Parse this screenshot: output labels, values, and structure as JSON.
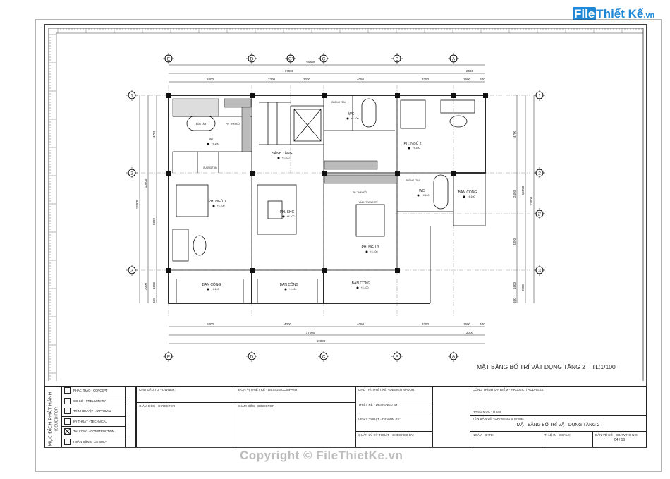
{
  "logo": {
    "file": "File",
    "brand": "Thiết Kế",
    "domain": ".vn"
  },
  "watermark": "Copyright © FileThietKe.vn",
  "drawing_title": "MẶT BẰNG BỐ TRÍ VẬT DỤNG TẦNG 2 _ TL:1/100",
  "grid": {
    "columns": [
      "E",
      "D",
      "C'",
      "C",
      "B",
      "A"
    ],
    "bottom_columns": [
      "E",
      "D",
      "C",
      "B",
      "A"
    ],
    "rows": [
      "1",
      "2",
      "3"
    ],
    "right_rows": [
      "1",
      "2",
      "2'",
      "3"
    ]
  },
  "dimensions": {
    "top_total": "19000",
    "top_sub": "17000",
    "top_right": "2000",
    "top_segments": [
      "5800",
      "2300",
      "2000",
      "4050",
      "3350",
      "1600",
      "400"
    ],
    "bottom_segments": [
      "5800",
      "4300",
      "4050",
      "3350",
      "1600",
      "400"
    ],
    "bottom_sub": "17000",
    "bottom_right": "2000",
    "bottom_total": "19000",
    "left_total": "12000",
    "left_sub": "10500",
    "left_segments": [
      "4700",
      "5800",
      "1600",
      "400"
    ],
    "left_bottom": "2000",
    "right_total": "12000",
    "right_sub": "10500",
    "right_segments": [
      "4700",
      "2450",
      "3350",
      "1600",
      "400"
    ],
    "right_bottom": "2000"
  },
  "rooms": [
    {
      "name": "WC",
      "level": "+4.100"
    },
    {
      "name": "SẢNH TẦNG",
      "level": "+4.100"
    },
    {
      "name": "WC",
      "level": "+4.100"
    },
    {
      "name": "PH. NGỦ 2",
      "level": "+4.100"
    },
    {
      "name": "PH. NGỦ 1",
      "level": "+4.100"
    },
    {
      "name": "PH. SHC",
      "level": "+4.100"
    },
    {
      "name": "PH. NGỦ 3",
      "level": "+4.100"
    },
    {
      "name": "WC",
      "level": "+4.100"
    },
    {
      "name": "BAN CÔNG",
      "level": "+4.100"
    },
    {
      "name": "BAN CÔNG",
      "level": "+4.100"
    },
    {
      "name": "BAN CÔNG",
      "level": "+4.100"
    },
    {
      "name": "BAN CÔNG",
      "level": "+4.100"
    }
  ],
  "fixtures": {
    "bon_tam": "BỒN TẮM",
    "phong_thay_do": "PH. THAY ĐỒ",
    "buong_tam": "BUỒNG TẮM",
    "vach_trang_tri": "VÁCH TRANG TRÍ"
  },
  "title_block": {
    "issued_for_vi": "MỤC ĐÍCH PHÁT HÀNH",
    "issued_for_en": "ISSUED FOR",
    "stages": [
      {
        "label": "PHÁC THẢO - CONCEPT",
        "checked": false
      },
      {
        "label": "CƠ SỞ - PRELIMINARY",
        "checked": false
      },
      {
        "label": "TRÌNH DUYỆT - APPROVAL",
        "checked": false
      },
      {
        "label": "KỸ THUẬT - TECHNICAL",
        "checked": false
      },
      {
        "label": "THI CÔNG - CONSTRUCTION",
        "checked": true
      },
      {
        "label": "HOÀN CÔNG - AS BUILT",
        "checked": false
      }
    ],
    "owner": "CHỦ ĐẦU TƯ - OWNER:",
    "owner_director": "GIÁM ĐỐC - DIRECTOR",
    "design_company": "ĐƠN VỊ THIẾT KẾ - DESIGN COMPANY:",
    "company_director": "GIÁM ĐỐC - DIRECTOR",
    "design_major": "CHỦ TRÌ THIẾT KẾ - DESIGN MAJOR:",
    "designed_by": "THIẾT KẾ - DESIGNED BY:",
    "drawn_by": "VẼ KỸ THUẬT - DRAWN BY:",
    "checked_by": "QUẢN LÝ KỸ THUẬT - CHECKED BY:",
    "project_address": "CÔNG TRÌNH ĐỊA ĐIỂM - PROJECT/ ADDRESS:",
    "item": "HẠNG MỤC - ITEM:",
    "drawing_name_label": "TÊN BẢN VẼ - DRAWING'S NAME:",
    "drawing_name": "MẶT BẰNG BỐ TRÍ VẬT DỤNG TẦNG 2",
    "date": "NGÀY - DATE:",
    "scale": "TỈ LỆ IN - SCALE:",
    "drawing_no_label": "BẢN VẼ SỐ - DRAWING NO:",
    "drawing_no": "04 / 16"
  }
}
